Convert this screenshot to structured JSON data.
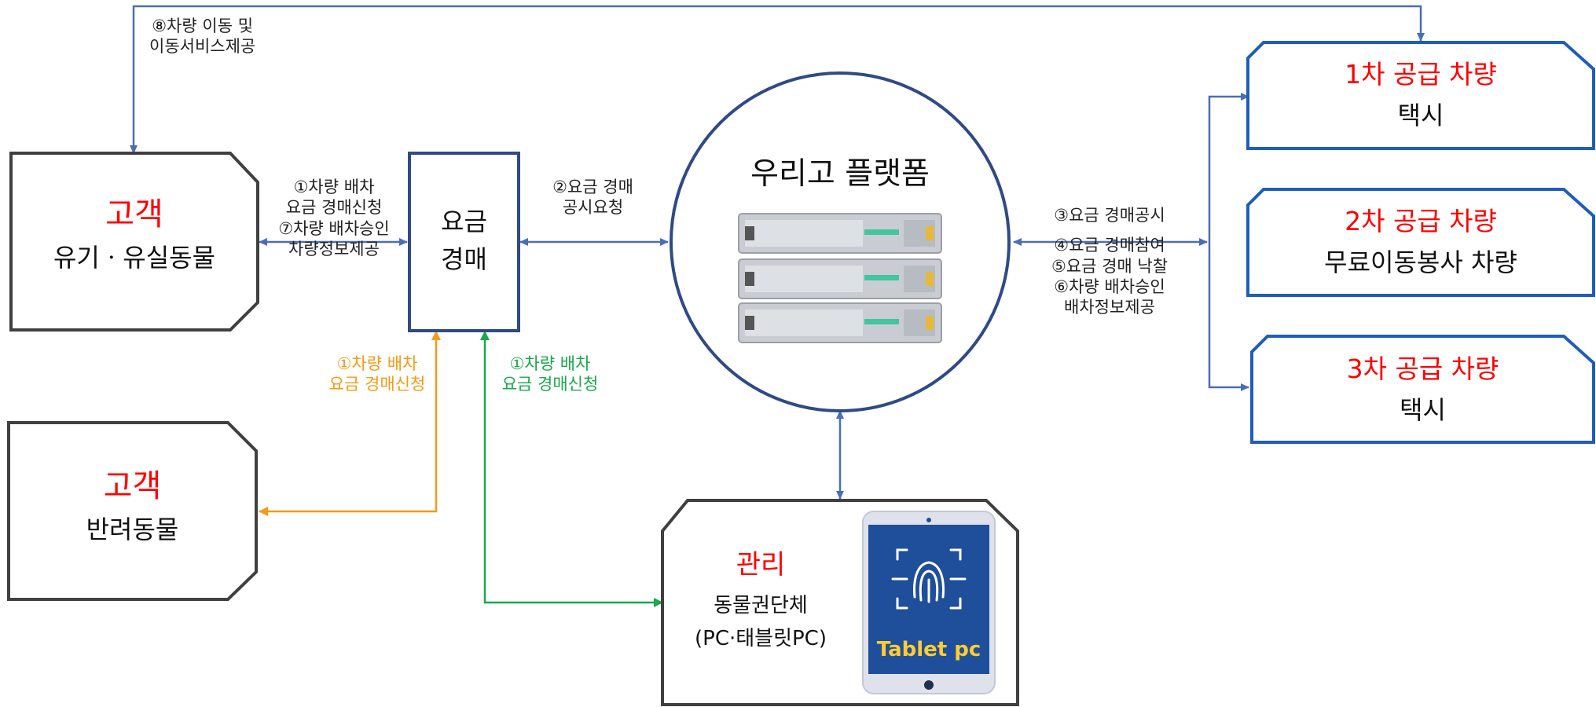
{
  "colors": {
    "blue_line": "#4a6eb5",
    "orange_line": "#f59a16",
    "green_line": "#1aa84b",
    "node_border_dark": "#404040",
    "vehicle_border": "#1f5dba",
    "circle_border": "#2f4a85",
    "tablet_screen": "#1f4f9a",
    "tablet_text": "#ffcc33",
    "highlight": "#ff0000"
  },
  "nodes": {
    "customer_stray": {
      "title": "고객",
      "subtitle": "유기ㆍ유실동물"
    },
    "customer_pet": {
      "title": "고객",
      "subtitle": "반려동물"
    },
    "fare_auction": {
      "line1": "요금",
      "line2": "경매"
    },
    "platform": {
      "title": "우리고 플랫폼",
      "icon": "server-rack-icon"
    },
    "management": {
      "title": "관리",
      "line1": "동물권단체",
      "line2": "(PC·태블릿PC)"
    },
    "tablet": {
      "label": "Tablet pc",
      "icon": "fingerprint-icon"
    },
    "supply_1": {
      "title": "1차 공급 차량",
      "subtitle": "택시"
    },
    "supply_2": {
      "title": "2차 공급 차량",
      "subtitle": "무료이동봉사 차량"
    },
    "supply_3": {
      "title": "3차 공급 차량",
      "subtitle": "택시"
    }
  },
  "edges": {
    "top_service": {
      "line1": "⑧차량 이동 및",
      "line2": "이동서비스제공"
    },
    "customer_to_auction": {
      "line1": "①차량 배차",
      "line2": "요금 경매신청",
      "line3": "⑦차량 배차승인",
      "line4": "차량정보제공"
    },
    "auction_to_platform": {
      "line1": "②요금 경매",
      "line2": "공시요청"
    },
    "platform_to_vehicles": {
      "line1": "③요금 경매공시",
      "line2": "④요금 경매참여",
      "line3": "⑤요금 경매 낙찰",
      "line4": "⑥차량 배차승인",
      "line5": "배차정보제공"
    },
    "pet_request": {
      "line1": "①차량 배차",
      "line2": "요금 경매신청"
    },
    "management_request": {
      "line1": "①차량 배차",
      "line2": "요금 경매신청"
    }
  }
}
